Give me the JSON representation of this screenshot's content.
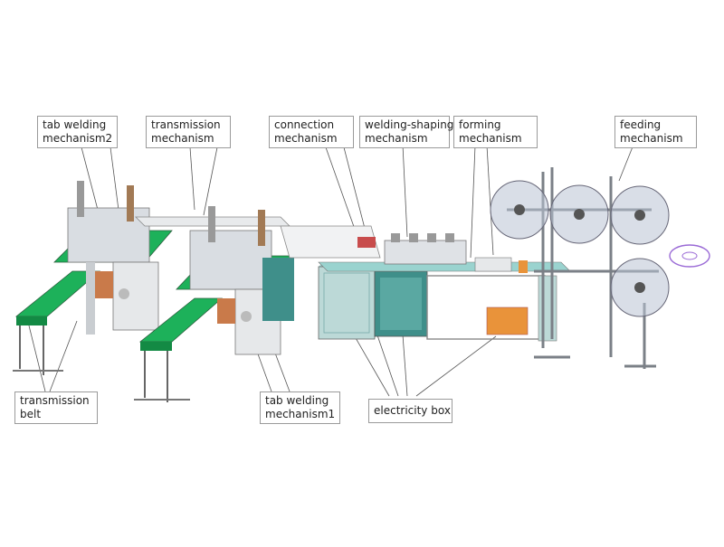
{
  "labels": {
    "tab_welding_2": [
      "tab welding",
      "mechanism2"
    ],
    "transmission_mechanism": [
      "transmission",
      "mechanism"
    ],
    "connection_mechanism": [
      "connection",
      "mechanism"
    ],
    "welding_shaping_mechanism": [
      "welding-shaping",
      "mechanism"
    ],
    "forming_mechanism": [
      "forming",
      "mechanism"
    ],
    "feeding_mechanism": [
      "feeding",
      "mechanism"
    ],
    "transmission_belt": [
      "transmission",
      "belt"
    ],
    "tab_welding_1": [
      "tab welding",
      "mechanism1"
    ],
    "electricity_box": [
      "electricity box"
    ]
  },
  "colors": {
    "belt_green": "#1db15a",
    "frame_gray": "#c9cdd1",
    "cabinet_teal": "#3f8f8a",
    "cabinet_light": "#bcd9d7",
    "reel_blue": "#b9c3d3",
    "orange_box": "#e9933a",
    "violet_reel": "#9a6ad6",
    "line": "#555555"
  }
}
